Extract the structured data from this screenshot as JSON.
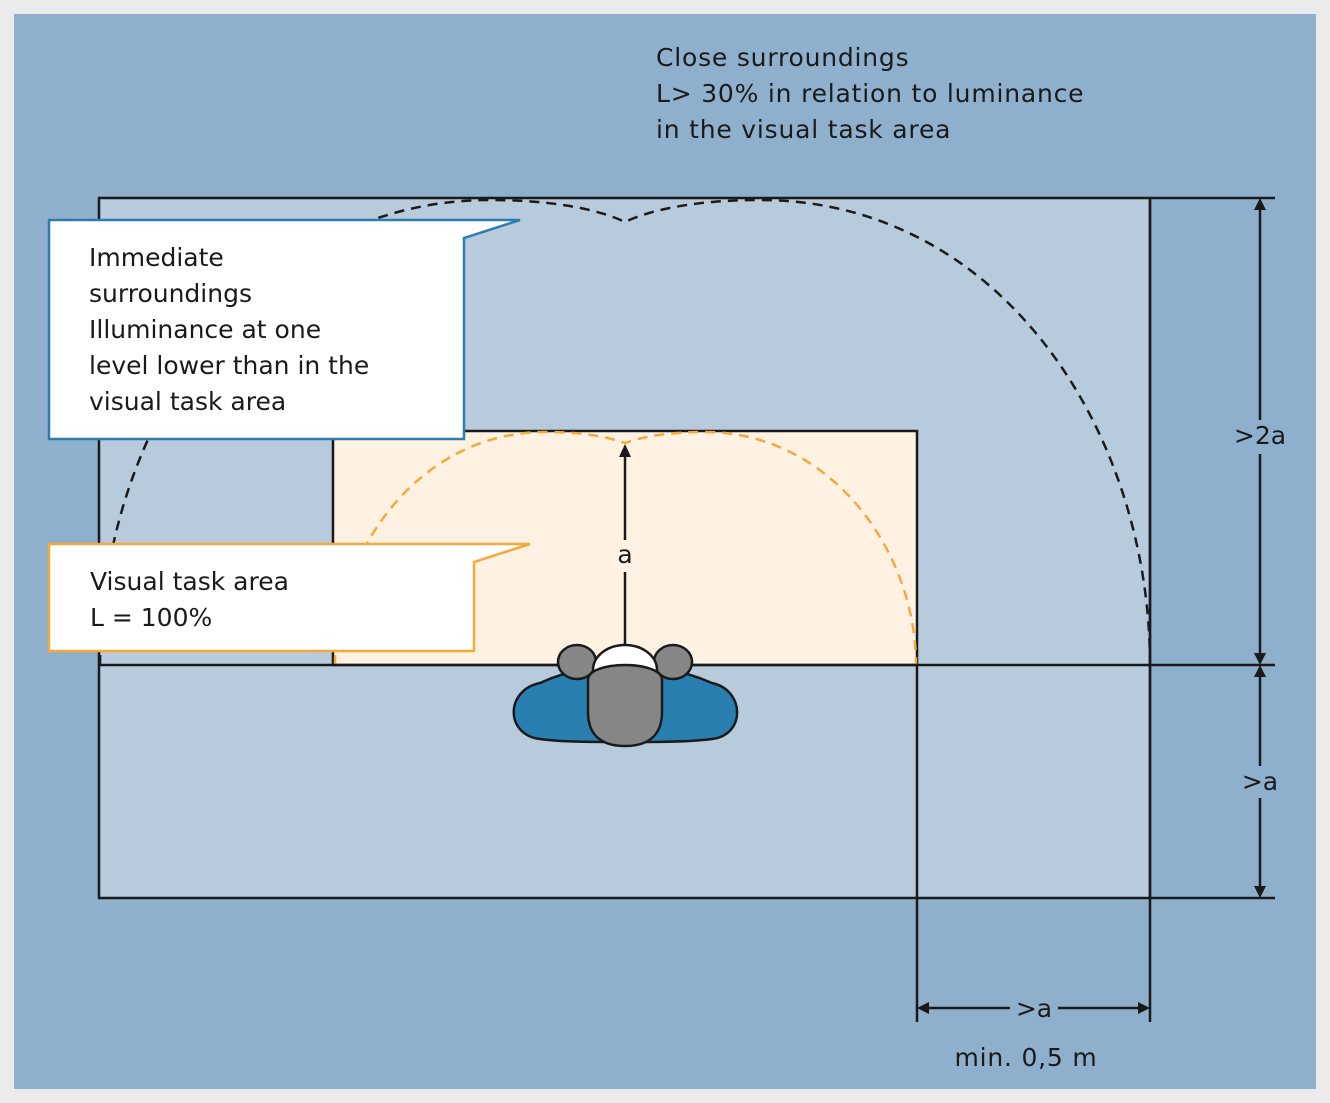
{
  "close_surroundings": {
    "lines": [
      "Close surroundings",
      "L> 30% in relation to luminance",
      "in the visual task area"
    ]
  },
  "immediate_surroundings": {
    "lines": [
      "Immediate",
      "surroundings",
      "Illuminance at one",
      "level lower than in the",
      "visual task area"
    ],
    "border_color": "#2e7db1"
  },
  "visual_task_area": {
    "lines": [
      "Visual task area",
      "L = 100%"
    ],
    "border_color": "#f5a93b",
    "fill_color": "#fff2e3"
  },
  "dimensions": {
    "a_label": "a",
    "gt_2a_label": ">2a",
    "gt_a_right_label": ">a",
    "gt_a_bottom_label": ">a",
    "min_label": "min. 0,5 m"
  },
  "colors": {
    "page_background": "#8fb0cc",
    "immediate_fill": "#b8cbdc",
    "person_body": "#2a7fb1",
    "person_head": "#868686",
    "line": "#1a1a1a"
  }
}
